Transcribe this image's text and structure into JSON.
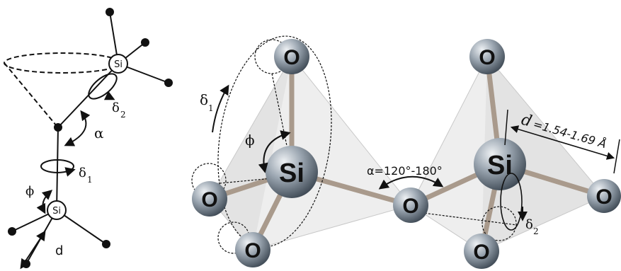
{
  "left_schematic": {
    "si_top_label": "Si",
    "si_bottom_label": "Si",
    "delta1_symbol": "δ",
    "delta1_sub": "1",
    "delta2_symbol": "δ",
    "delta2_sub": "2",
    "alpha_symbol": "α",
    "phi_symbol": "ϕ",
    "d_label": "d"
  },
  "right_model": {
    "si_label": "Si",
    "o_label": "O",
    "delta1_symbol": "δ",
    "delta1_sub": "1",
    "delta2_symbol": "δ",
    "delta2_sub": "2",
    "phi_symbol": "ϕ",
    "alpha_text": "α=120°-180°",
    "d_symbol": "d",
    "d_range": "=1.54-1.69 Å"
  },
  "colors": {
    "atom_dark": "#4f5a66",
    "atom_light": "#d7dde3",
    "bond": "#a99a8c",
    "tetra_fill": "#dcdcdc"
  }
}
